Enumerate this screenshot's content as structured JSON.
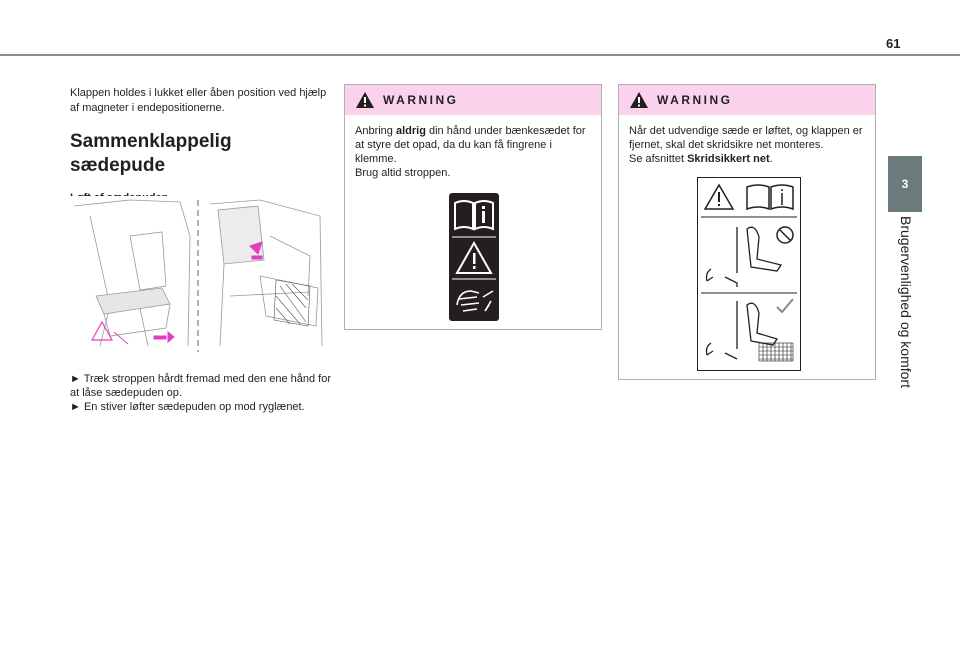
{
  "page_number": "61",
  "side_tab": {
    "chapter": "3",
    "title": "Brugervenlighed og komfort"
  },
  "left": {
    "intro": "Klappen holdes i lukket eller åben position ved hjælp af magneter i endepositionerne.",
    "heading": "Sammenklappelig\nsædepude",
    "subheading": "Løft af sædepuden",
    "step1": "► Træk stroppen hårdt fremad med den ene hånd for at låse sædepuden op.",
    "step2": "► En stiver løfter sædepuden op mod ryglænet."
  },
  "warning1": {
    "title": "WARNING",
    "text_before": "Anbring ",
    "text_bold": "aldrig",
    "text_after": " din hånd under bænkesædet for at styre det opad, da du kan få fingrene i klemme.",
    "line2": "Brug altid stroppen."
  },
  "warning2": {
    "title": "WARNING",
    "text": "Når det udvendige sæde er løftet, og klappen er fjernet, skal det skridsikre net monteres.",
    "see_prefix": "Se afsnittet ",
    "see_bold": "Skridsikkert net",
    "see_suffix": "."
  },
  "colors": {
    "warning_header": "#fad2ec",
    "tab": "#6b7b7b",
    "highlight": "#e040c0"
  },
  "icons": [
    "warning-triangle-icon",
    "manual-info-icon",
    "hand-pinch-icon",
    "no-entry-icon",
    "check-icon"
  ]
}
